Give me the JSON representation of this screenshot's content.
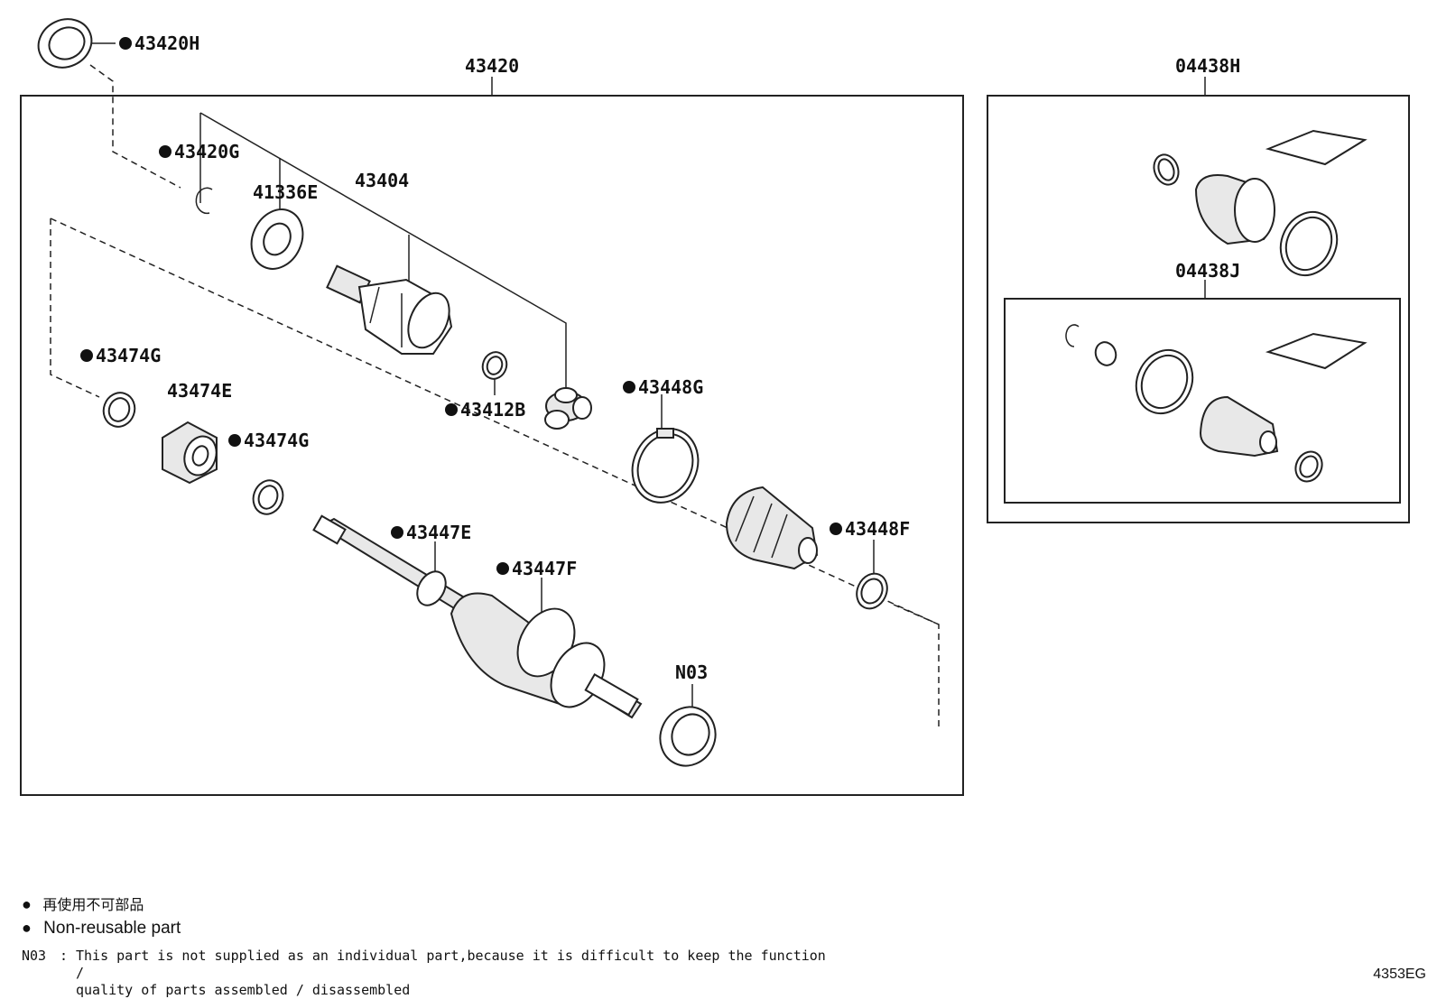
{
  "labels": {
    "seal_outer": "43420H",
    "assembly": "43420",
    "snap_ring_g": "43420G",
    "spacer": "41336E",
    "inner_joint": "43404",
    "damper_ring_left": "43474G",
    "damper": "43474E",
    "damper_ring_right": "43474G",
    "snap_ring_b": "43412B",
    "clamp_g": "43448G",
    "clamp_e": "43447E",
    "clamp_f_outer": "43447F",
    "clamp_f": "43448F",
    "n03": "N03",
    "boot_kit_h": "04438H",
    "boot_kit_j": "04438J"
  },
  "marker": "●",
  "legend": {
    "jp": "再使用不可部品",
    "en": "Non-reusable part",
    "note_code": "N03",
    "note_sep": ":",
    "note_line1": "This part is not supplied as an individual part,because it is difficult to keep the function /",
    "note_line2": "quality of parts assembled / disassembled"
  },
  "diagram_code": "4353EG"
}
